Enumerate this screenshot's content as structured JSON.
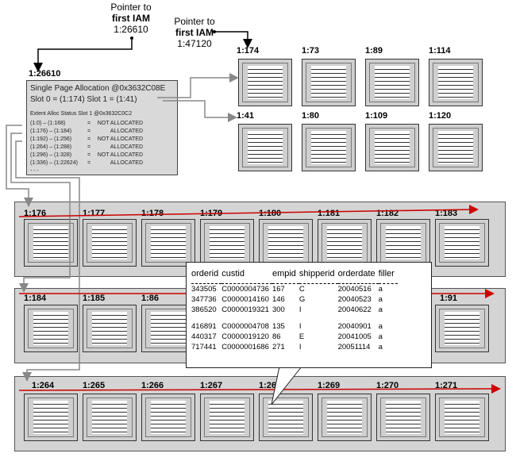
{
  "pointer_first_iam_a": {
    "line1": "Pointer to",
    "line2": "first IAM",
    "line3": "1:26610"
  },
  "pointer_first_iam_b": {
    "line1": "Pointer to",
    "line2": "first IAM",
    "line3": "1:47120"
  },
  "iam_label": "1:26610",
  "iam_box": {
    "title": "Single Page Allocation @0x3632C08E",
    "slots": "Slot 0 =  (1:174)   Slot 1 =   (1:41)",
    "extent_title": "Extent Alloc Status Slot 1 @0x3632C0C2",
    "rows": [
      {
        "range": "(1:0)      – (1:168)",
        "eq": "=",
        "status": "NOT ALLOCATED"
      },
      {
        "range": "(1:176)    – (1:184)",
        "eq": "=",
        "status": "ALLOCATED"
      },
      {
        "range": "(1:192)    – (1:256)",
        "eq": "=",
        "status": "NOT ALLOCATED"
      },
      {
        "range": "(1:264)    – (1:288)",
        "eq": "=",
        "status": "ALLOCATED"
      },
      {
        "range": "(1:296)    – (1:328)",
        "eq": "=",
        "status": "NOT ALLOCATED"
      },
      {
        "range": "(1:336)    – (1:22624)",
        "eq": "=",
        "status": "ALLOCATED"
      }
    ]
  },
  "mixed_pages_row1": [
    "1:174",
    "1:73",
    "1:89",
    "1:114"
  ],
  "mixed_pages_row2": [
    "1:41",
    "1:80",
    "1:109",
    "1:120"
  ],
  "extent1": [
    "1:176",
    "1:177",
    "1:178",
    "1:179",
    "1:180",
    "1:181",
    "1:182",
    "1:183"
  ],
  "extent2": [
    "1:184",
    "1:185",
    "1:86",
    "1:91"
  ],
  "extent3": [
    "1:264",
    "1:265",
    "1:266",
    "1:267",
    "1:268",
    "1:269",
    "1:270",
    "1:271"
  ],
  "table": {
    "headers": [
      "orderid",
      "custid",
      "empid",
      "shipperid",
      "orderdate",
      "filler"
    ],
    "rows": [
      [
        "343505",
        "C0000004736",
        "167",
        "C",
        "20040516",
        "a"
      ],
      [
        "347736",
        "C0000014160",
        "146",
        "G",
        "20040523",
        "a"
      ],
      [
        "386520",
        "C0000019321",
        "300",
        "I",
        "20040622",
        "a"
      ],
      [
        "416891",
        "C0000004708",
        "135",
        "I",
        "20040901",
        "a"
      ],
      [
        "440317",
        "C0000019120",
        "86",
        "E",
        "20041005",
        "a"
      ],
      [
        "717441",
        "C0000001686",
        "271",
        "I",
        "20051114",
        "a"
      ]
    ]
  },
  "colors": {
    "arrow_red": "#cc0000",
    "band": "#d4d4d4",
    "iam_box": "#d9d9d9",
    "connector_gray": "#888888"
  }
}
